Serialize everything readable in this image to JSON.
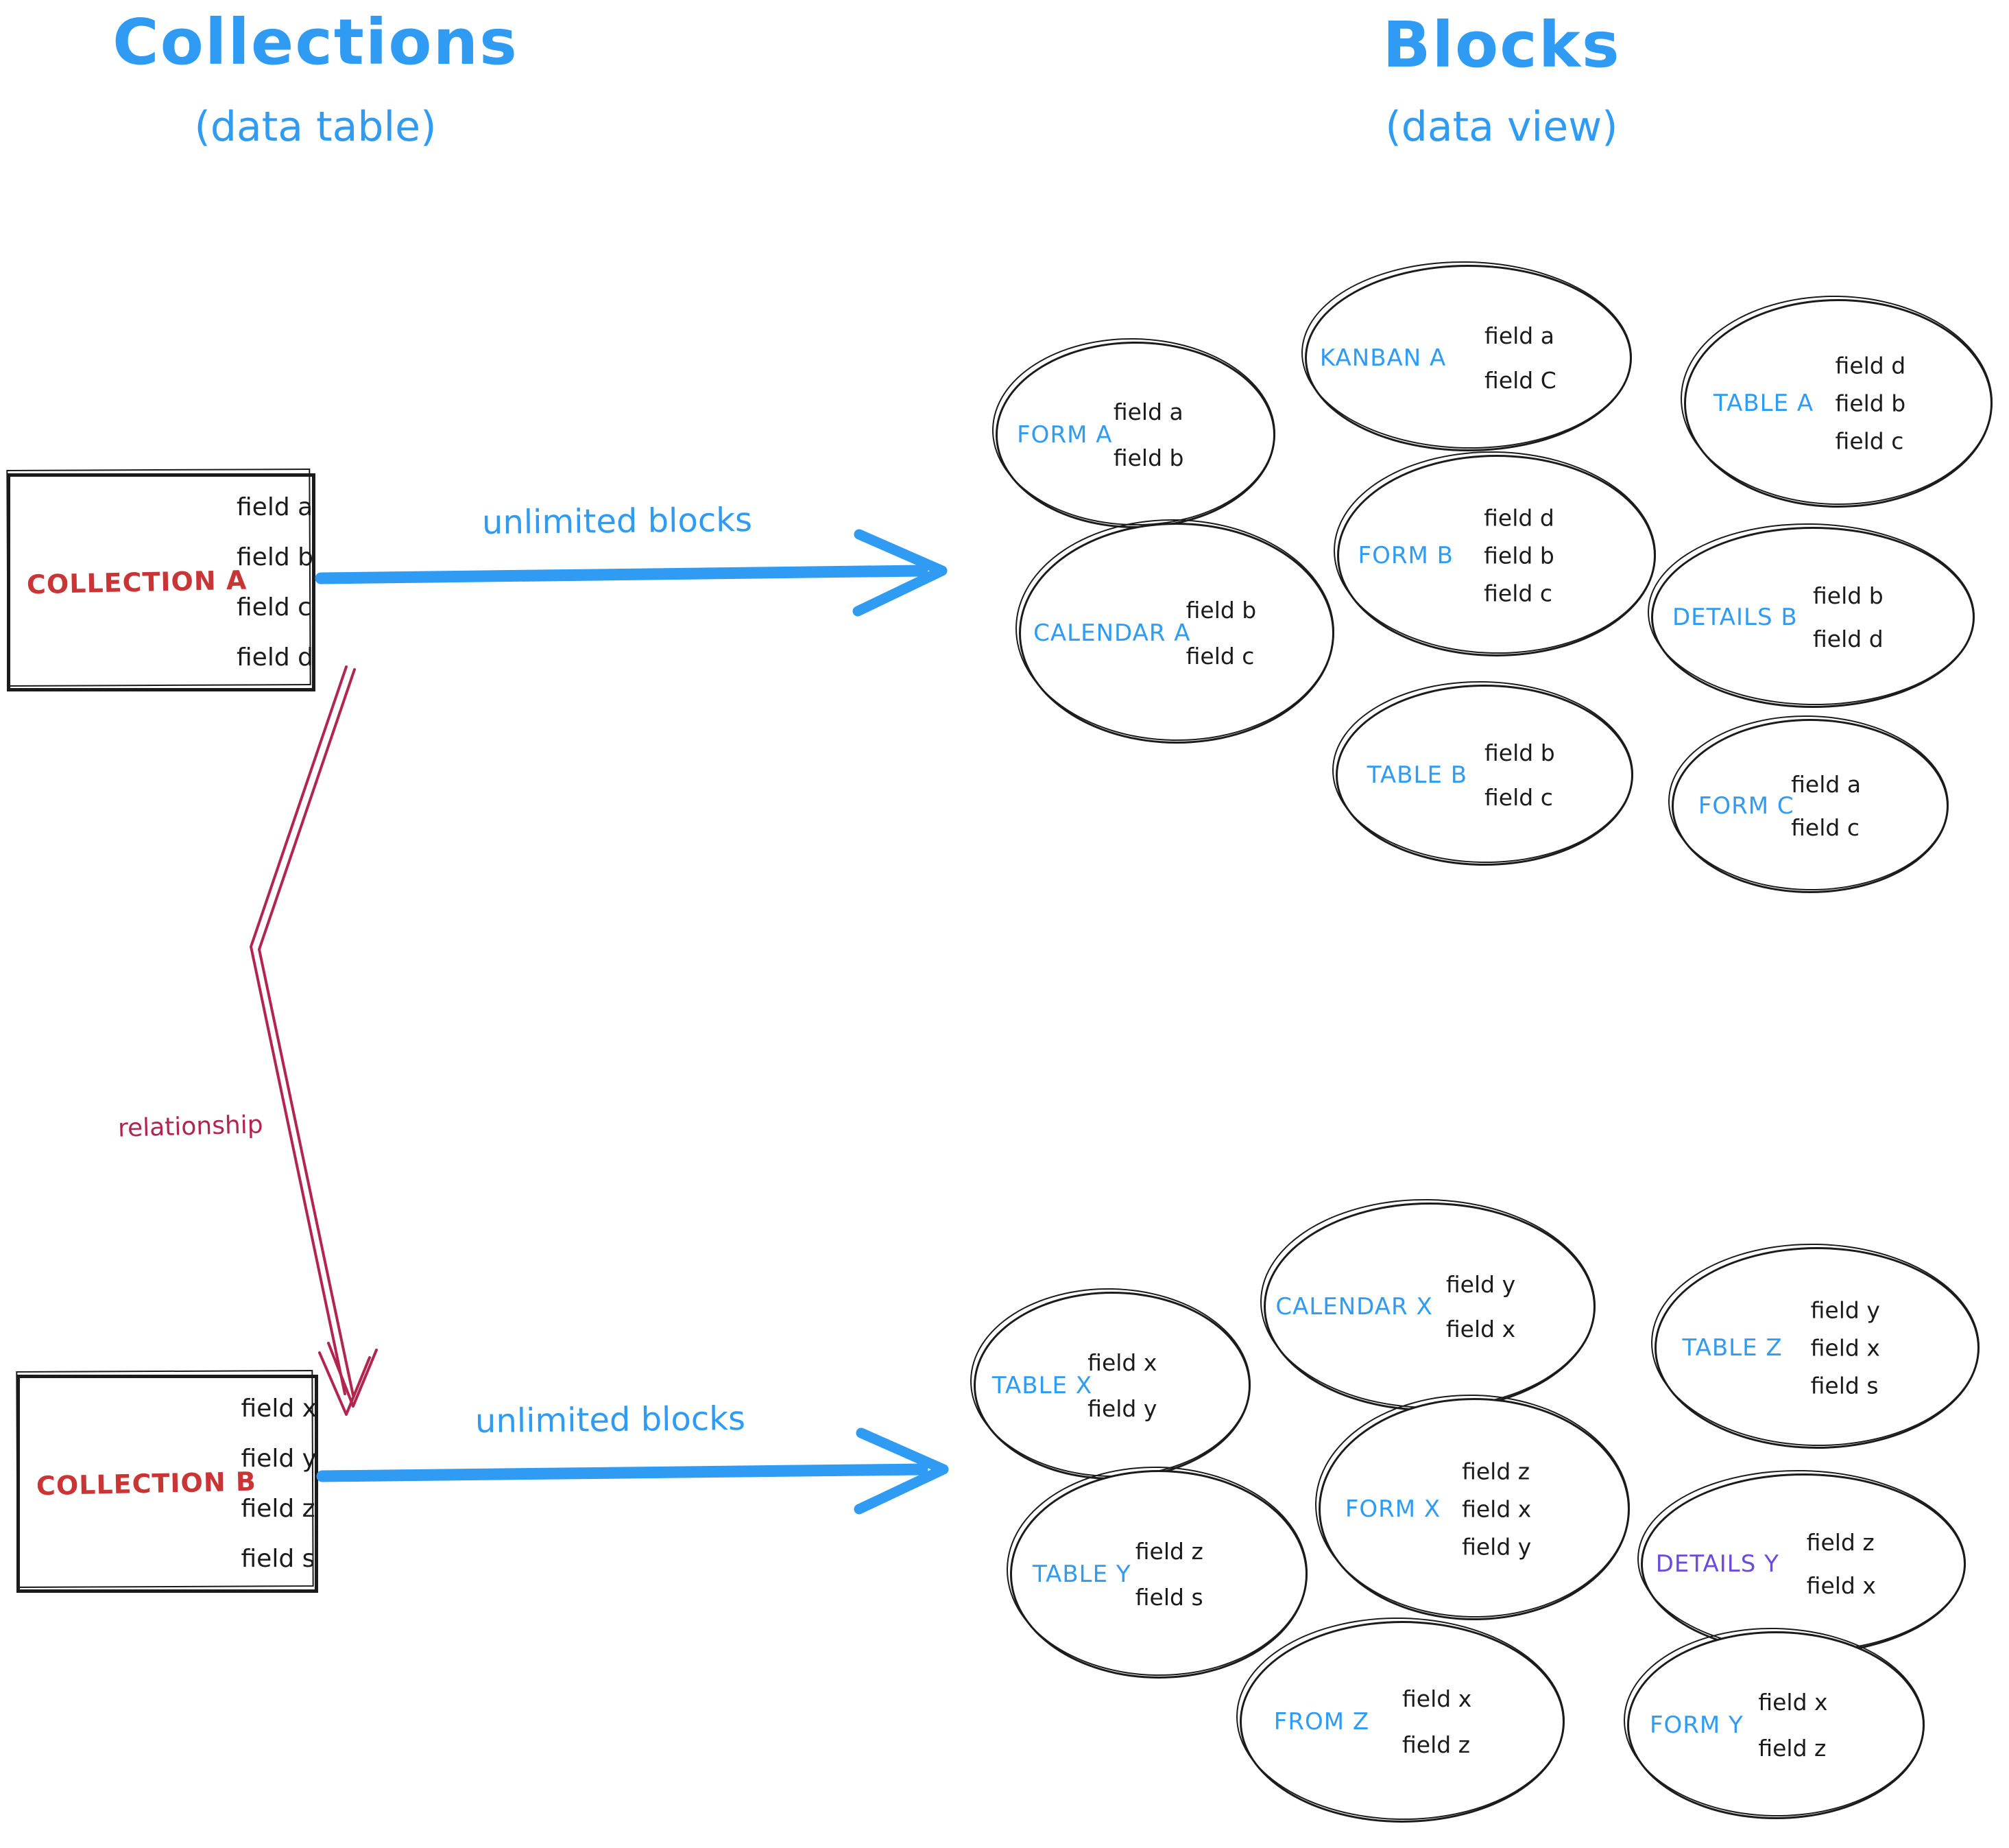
{
  "colors": {
    "blue": "#2F9BF2",
    "red": "#C93434",
    "crimson": "#B1254F",
    "purple": "#6C4BD9",
    "ink": "#1B1B1B"
  },
  "headers": {
    "collections": {
      "title": "Collections",
      "subtitle": "(data table)"
    },
    "blocks": {
      "title": "Blocks",
      "subtitle": "(data view)"
    }
  },
  "collections": [
    {
      "name": "COLLECTION A",
      "fields": [
        "field a",
        "field b",
        "field c",
        "field d"
      ]
    },
    {
      "name": "COLLECTION B",
      "fields": [
        "field x",
        "field y",
        "field z",
        "field s"
      ]
    }
  ],
  "arrows": {
    "a_label": "unlimited blocks",
    "b_label": "unlimited blocks",
    "relationship_label": "relationship"
  },
  "blocks": {
    "cluster_a": [
      {
        "name": "FORM A",
        "color": "blue",
        "fields": [
          "field a",
          "field b"
        ]
      },
      {
        "name": "KANBAN A",
        "color": "blue",
        "fields": [
          "field a",
          "field C"
        ]
      },
      {
        "name": "TABLE A",
        "color": "blue",
        "fields": [
          "field d",
          "field b",
          "field c"
        ]
      },
      {
        "name": "CALENDAR A",
        "color": "blue",
        "fields": [
          "field b",
          "field c"
        ]
      },
      {
        "name": "FORM B",
        "color": "blue",
        "fields": [
          "field d",
          "field b",
          "field c"
        ]
      },
      {
        "name": "DETAILS B",
        "color": "blue",
        "fields": [
          "field b",
          "field d"
        ]
      },
      {
        "name": "TABLE B",
        "color": "blue",
        "fields": [
          "field b",
          "field c"
        ]
      },
      {
        "name": "FORM C",
        "color": "blue",
        "fields": [
          "field a",
          "field c"
        ]
      }
    ],
    "cluster_b": [
      {
        "name": "TABLE X",
        "color": "blue",
        "fields": [
          "field x",
          "field y"
        ]
      },
      {
        "name": "CALENDAR X",
        "color": "blue",
        "fields": [
          "field y",
          "field x"
        ]
      },
      {
        "name": "TABLE Z",
        "color": "blue",
        "fields": [
          "field y",
          "field x",
          "field s"
        ]
      },
      {
        "name": "FORM X",
        "color": "blue",
        "fields": [
          "field z",
          "field x",
          "field y"
        ]
      },
      {
        "name": "TABLE Y",
        "color": "blue",
        "fields": [
          "field z",
          "field s"
        ]
      },
      {
        "name": "DETAILS Y",
        "color": "purple",
        "fields": [
          "field z",
          "field x"
        ]
      },
      {
        "name": "FROM Z",
        "color": "blue",
        "fields": [
          "field x",
          "field z"
        ]
      },
      {
        "name": "FORM Y",
        "color": "blue",
        "fields": [
          "field x",
          "field z"
        ]
      }
    ]
  }
}
